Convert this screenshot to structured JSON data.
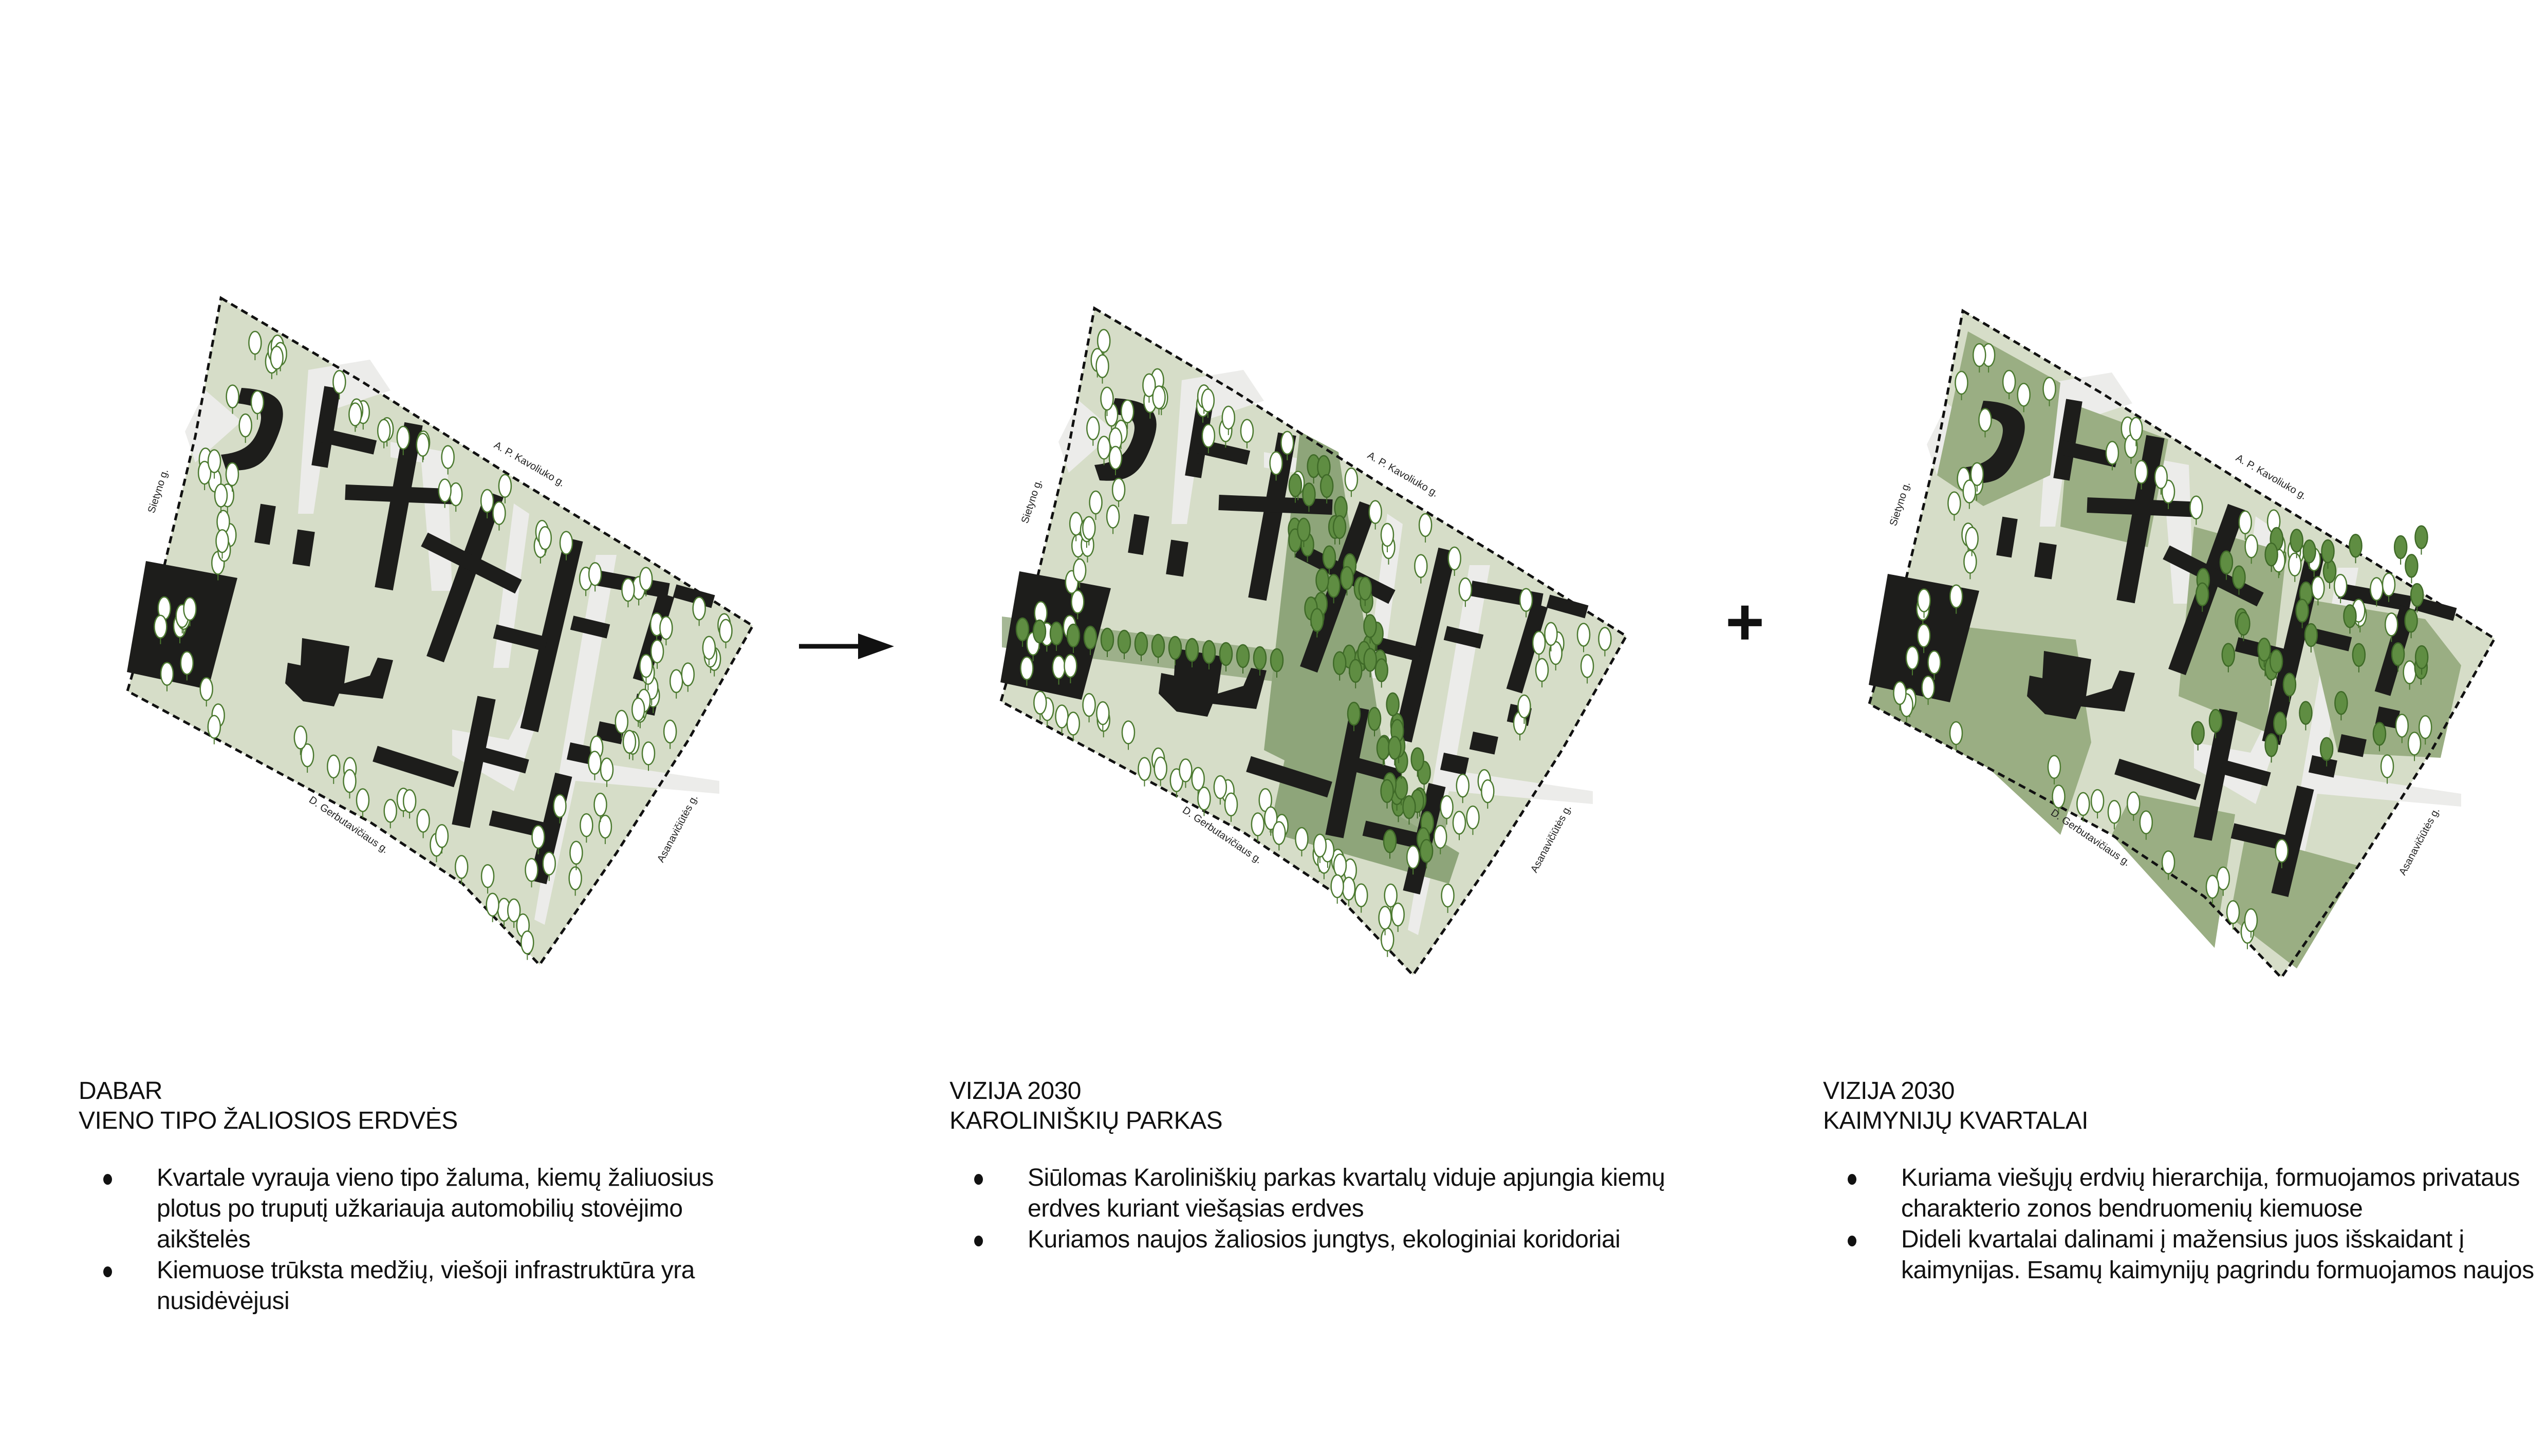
{
  "maps": [
    {
      "id": "dabar",
      "streets": {
        "north_west": "Sietyno g.",
        "north_east": "A. P. Kavoliuko g.",
        "south_west": "D. Gerbutavičiaus g.",
        "south_east": "Asanavičiūtės g."
      }
    },
    {
      "id": "parkas",
      "streets": {
        "north_west": "Sietyno g.",
        "north_east": "A. P. Kavoliuko g.",
        "south_west": "D. Gerbutavičiaus g.",
        "south_east": "Asanavičiūtės g."
      }
    },
    {
      "id": "kvartalai",
      "streets": {
        "north_west": "Sietyno g.",
        "north_east": "A. P. Kavoliuko g.",
        "south_west": "D. Gerbutavičiaus g.",
        "south_east": "Asanavičiūtės g."
      }
    }
  ],
  "connectors": {
    "arrow_icon": "arrow-right-icon",
    "plus_sign": "+"
  },
  "colors": {
    "ground": "#d6ddc8",
    "road": "#ececea",
    "building": "#1d1d1b",
    "tree_stroke": "#4c7a30",
    "park": "#8ea57a",
    "park_tree": "#5f8d42",
    "zone": "#9aae83"
  },
  "columns": [
    {
      "title_line1": "DABAR",
      "title_line2": "VIENO TIPO ŽALIOSIOS ERDVĖS",
      "bullets": [
        "Kvartale vyrauja vieno tipo žaluma, kiemų žaliuosius plotus po truputį užkariauja automobilių stovėjimo aikštelės",
        "Kiemuose trūksta medžių, viešoji infrastruktūra yra nusidėvėjusi"
      ]
    },
    {
      "title_line1": "VIZIJA 2030",
      "title_line2": "KAROLINIŠKIŲ PARKAS",
      "bullets": [
        "Siūlomas Karoliniškių parkas kvartalų viduje apjungia kiemų erdves kuriant viešąsias erdves",
        "Kuriamos naujos žaliosios jungtys, ekologiniai koridoriai"
      ]
    },
    {
      "title_line1": "VIZIJA 2030",
      "title_line2": "KAIMYNIJŲ KVARTALAI",
      "bullets": [
        "Kuriama viešųjų erdvių hierarchija, formuojamos privataus charakterio zonos bendruomenių kiemuose",
        "Dideli kvartalai dalinami į mažensius juos išskaidant į kaimynijas. Esamų kaimynijų pagrindu formuojamos naujos"
      ]
    }
  ]
}
